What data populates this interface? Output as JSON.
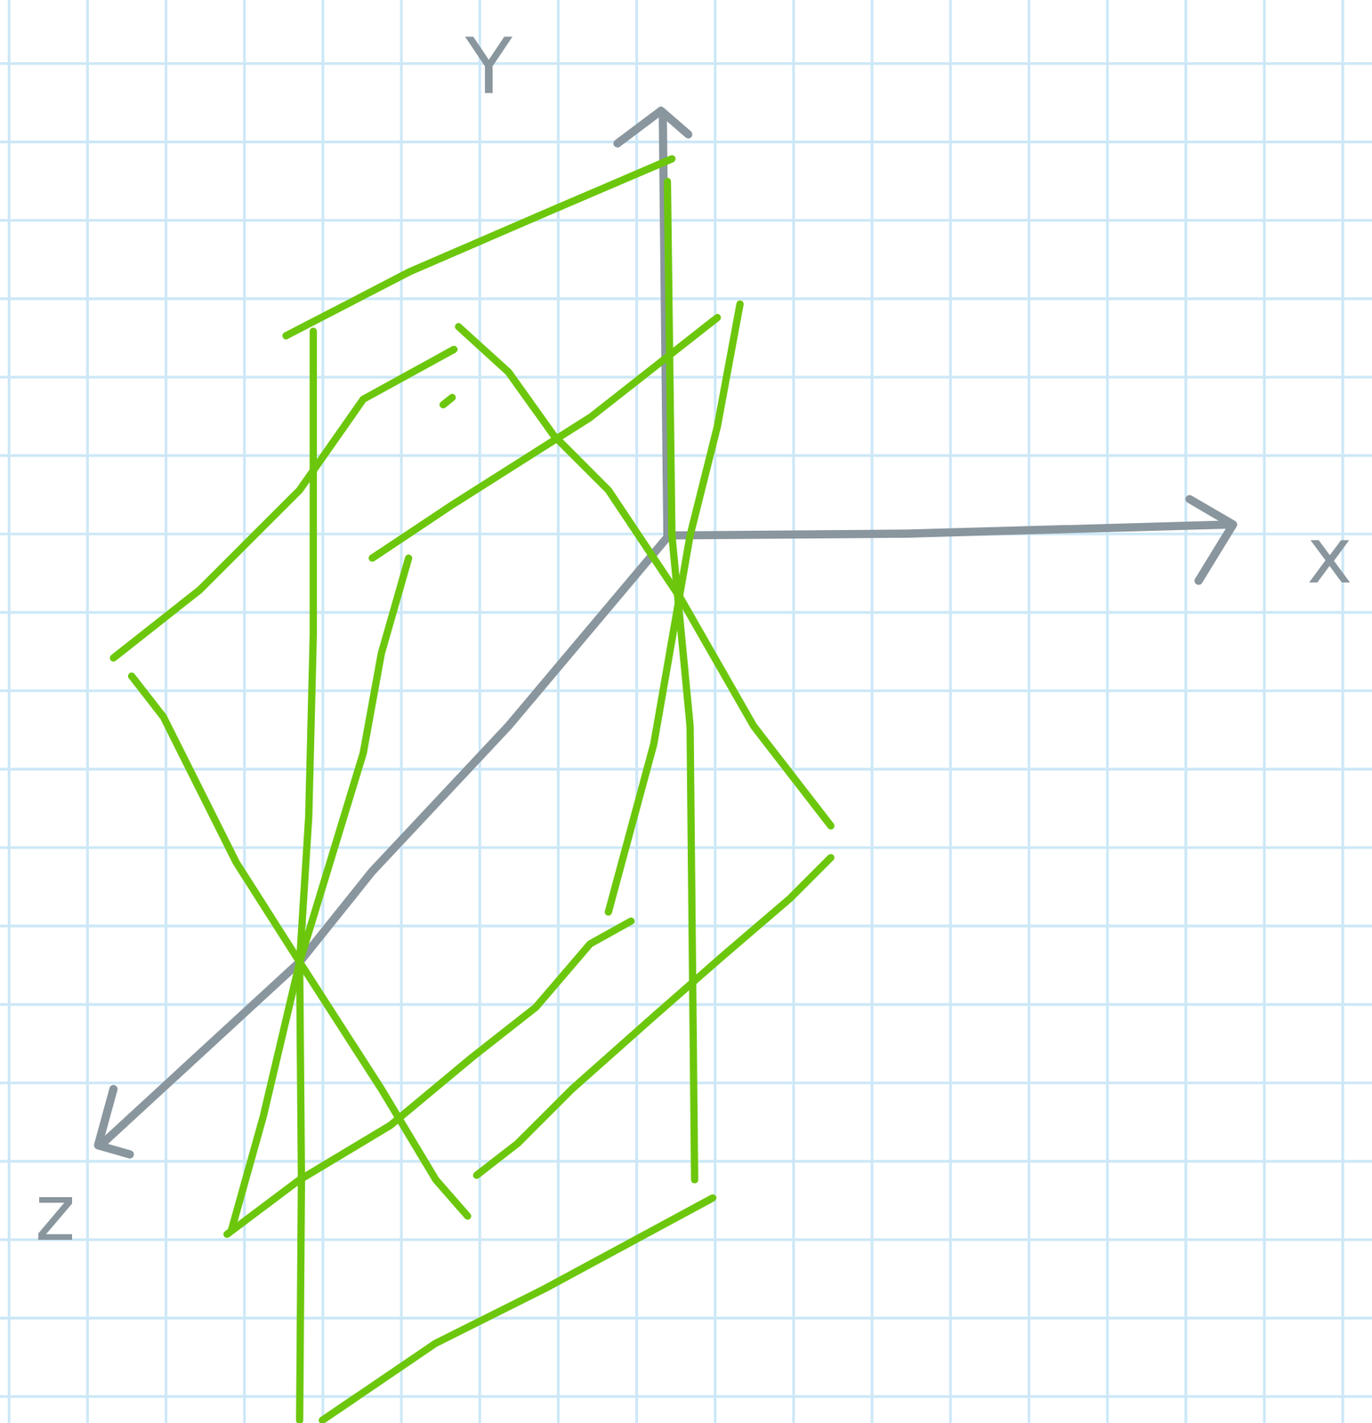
{
  "diagram": {
    "labels": [
      "Y",
      "x",
      "z"
    ]
  }
}
